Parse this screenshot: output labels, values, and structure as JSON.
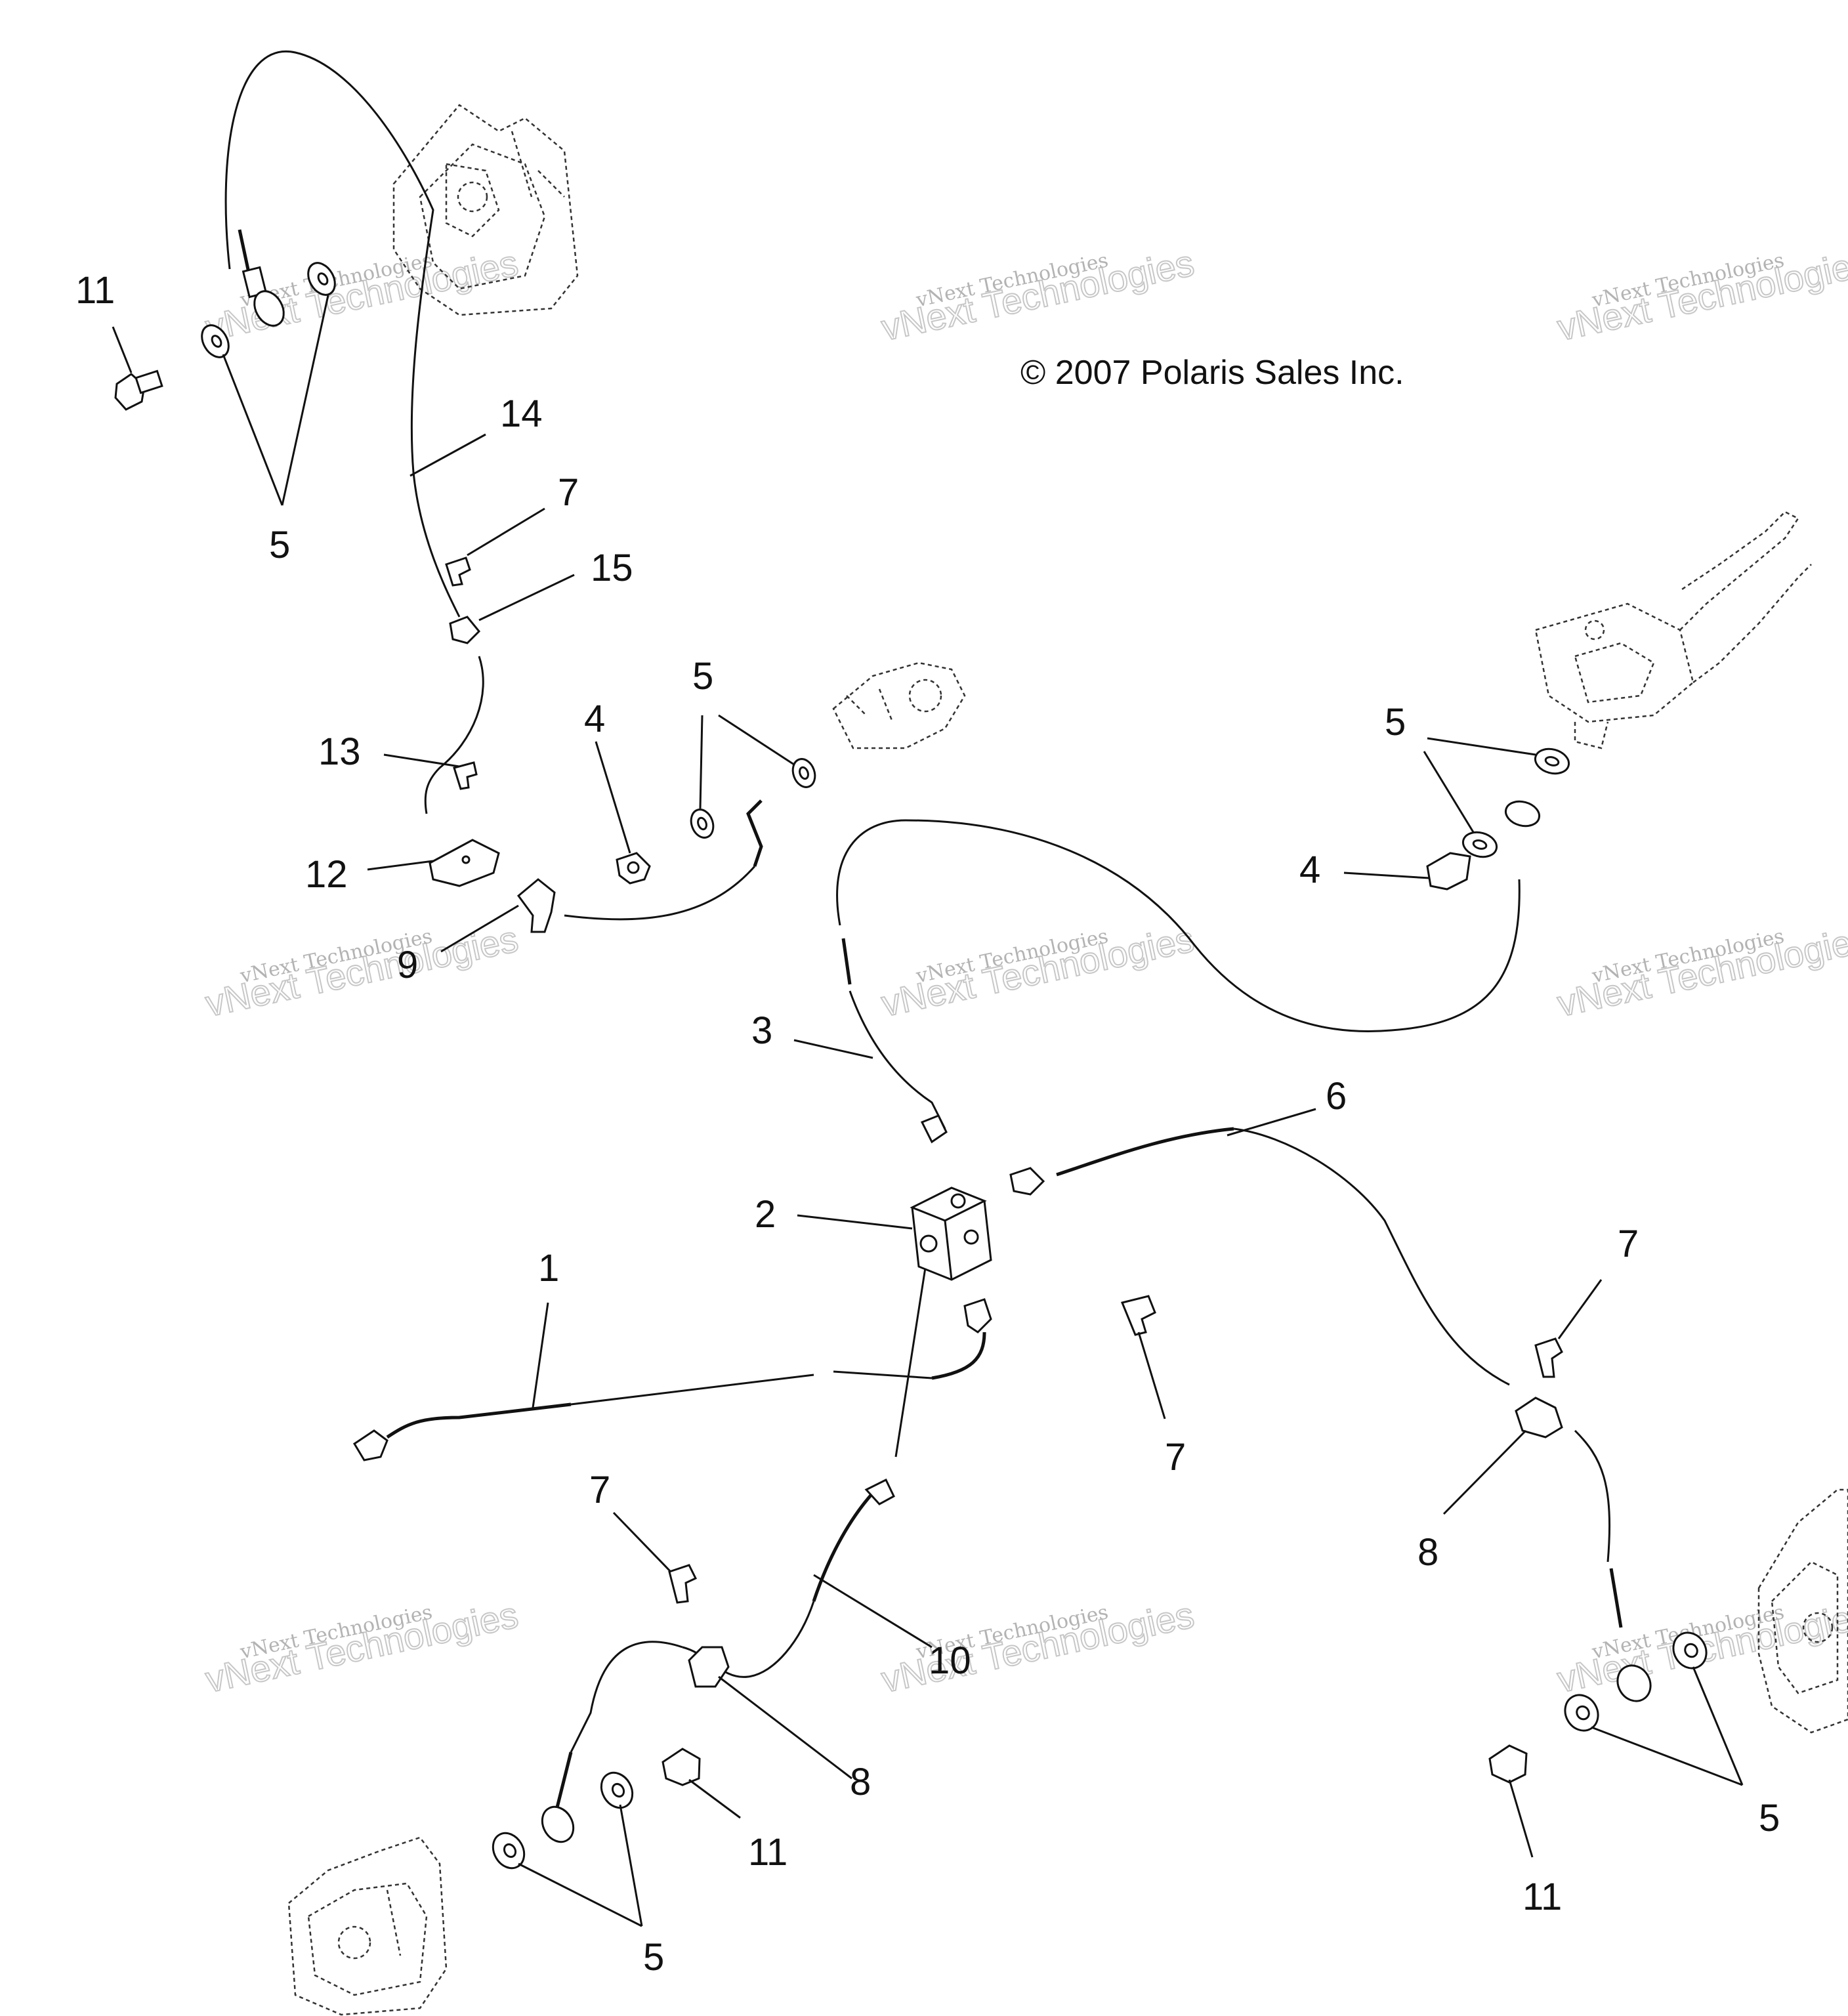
{
  "copyright": "© 2007 Polaris Sales Inc.",
  "watermark": {
    "line1": "vNext Technologies",
    "line2": "vNext Technologies"
  },
  "callouts": [
    {
      "id": "c11a",
      "text": "11"
    },
    {
      "id": "c5a",
      "text": "5"
    },
    {
      "id": "c14",
      "text": "14"
    },
    {
      "id": "c7a",
      "text": "7"
    },
    {
      "id": "c15",
      "text": "15"
    },
    {
      "id": "c13",
      "text": "13"
    },
    {
      "id": "c12",
      "text": "12"
    },
    {
      "id": "c9",
      "text": "9"
    },
    {
      "id": "c4a",
      "text": "4"
    },
    {
      "id": "c5b",
      "text": "5"
    },
    {
      "id": "c5c",
      "text": "5"
    },
    {
      "id": "c4b",
      "text": "4"
    },
    {
      "id": "c3",
      "text": "3"
    },
    {
      "id": "c6",
      "text": "6"
    },
    {
      "id": "c2",
      "text": "2"
    },
    {
      "id": "c1",
      "text": "1"
    },
    {
      "id": "c7b",
      "text": "7"
    },
    {
      "id": "c7c",
      "text": "7"
    },
    {
      "id": "c7d",
      "text": "7"
    },
    {
      "id": "c8a",
      "text": "8"
    },
    {
      "id": "c10",
      "text": "10"
    },
    {
      "id": "c8b",
      "text": "8"
    },
    {
      "id": "c11b",
      "text": "11"
    },
    {
      "id": "c5d",
      "text": "5"
    },
    {
      "id": "c5e",
      "text": "5"
    },
    {
      "id": "c11c",
      "text": "11"
    }
  ]
}
